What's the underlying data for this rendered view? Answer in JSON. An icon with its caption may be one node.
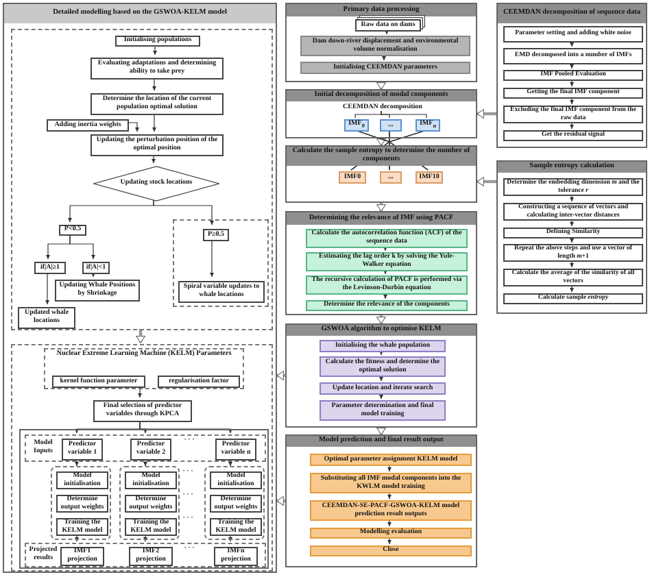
{
  "diagram": {
    "nodes": [
      {
        "text": [
          "Detailed modelling based on the GSWOA-KELM model"
        ]
      },
      {
        "text": [],
        "shape": "box",
        "in": 0
      },
      {
        "text": [
          "Initialising populations"
        ],
        "in": 1
      },
      {
        "text": [
          "Evaluating adaptations and determining ability to take prey"
        ],
        "in": 1
      },
      {
        "text": [
          "Determine the location of the current population optimal solution"
        ],
        "in": 1
      },
      {
        "text": [
          "Adding inertia weights"
        ],
        "in": 1
      },
      {
        "text": [
          "Updating the perturbation position of the optimal position"
        ],
        "in": 1
      },
      {
        "text": [
          "Updating stock locations"
        ],
        "in": 1
      },
      {
        "text": [
          "P<0.5"
        ],
        "in": 1
      },
      {
        "text": [
          "if|A|≥1"
        ],
        "in": 1
      },
      {
        "text": [
          "if|A|<1"
        ],
        "in": 1
      },
      {
        "text": [
          "Updating Whale Positions by Shrinkage"
        ],
        "in": 1
      },
      {
        "text": [
          "Updated whale locations"
        ],
        "in": 1
      },
      {
        "text": [],
        "shape": "box",
        "in": 1
      },
      {
        "text": [
          "P≥0.5"
        ],
        "in": 13
      },
      {
        "text": [
          "Spiral variable updates to whale locations"
        ],
        "in": 13
      },
      {
        "text": [],
        "shape": "box",
        "in": 0
      },
      {
        "text": [
          "Nuclear Extreme Learning Machine (KELM) Parameters"
        ],
        "in": 16
      },
      {
        "text": [
          "kernel function parameter"
        ],
        "in": 17
      },
      {
        "text": [
          "regularisation factor"
        ],
        "in": 17
      },
      {
        "text": [
          "Final selection of predictor variables through KPCA"
        ],
        "in": 16
      },
      {
        "text": [],
        "shape": "box",
        "in": 16
      },
      {
        "text": [
          "Model Inputs"
        ],
        "in": 21
      },
      {
        "text": [
          "Predictor variable 1"
        ],
        "in": 22
      },
      {
        "text": [
          "Predictor variable 2"
        ],
        "in": 22
      },
      {
        "text": [
          "Predictor variable n"
        ],
        "in": 22
      },
      {
        "text": [],
        "shape": "box",
        "in": 21
      },
      {
        "text": [
          "Model initialisation"
        ],
        "in": 26
      },
      {
        "text": [
          "Determine output weights"
        ],
        "in": 26
      },
      {
        "text": [
          "Training the KELM model"
        ],
        "in": 26
      },
      {
        "text": [],
        "shape": "box",
        "in": 21
      },
      {
        "text": [
          "Model initialisation"
        ],
        "in": 30
      },
      {
        "text": [
          "Determine output weights"
        ],
        "in": 30
      },
      {
        "text": [
          "Training the KELM model"
        ],
        "in": 30
      },
      {
        "text": [],
        "shape": "box",
        "in": 21
      },
      {
        "text": [
          "Model initialisation"
        ],
        "in": 34
      },
      {
        "text": [
          "Determine output weights"
        ],
        "in": 34
      },
      {
        "text": [
          "Training the KELM model"
        ],
        "in": 34
      },
      {
        "text": [
          "Projected results"
        ],
        "in": 21
      },
      {
        "text": [
          "IMF1 projection"
        ],
        "in": 38
      },
      {
        "text": [
          "IMF2 projection"
        ],
        "in": 38
      },
      {
        "text": [
          "IMFn projection"
        ],
        "in": 38
      },
      {
        "text": [
          "Primary data processing"
        ]
      },
      {
        "text": [
          "Raw data on dams"
        ],
        "in": 42
      },
      {
        "text": [
          "Dam down-river displacement and environmental volume normalisation"
        ],
        "in": 42
      },
      {
        "text": [
          "Initialising CEEMDAN parameters"
        ],
        "in": 42
      },
      {
        "text": [
          "Initial decomposition of modal components"
        ]
      },
      {
        "text": [
          "CEEMDAN decomposition"
        ],
        "in": 46
      },
      {
        "text": [
          "IMF$_{0}$"
        ],
        "in": 46
      },
      {
        "text": [
          "..."
        ],
        "in": 46
      },
      {
        "text": [
          "IMF$_{n}$"
        ],
        "in": 46
      },
      {
        "text": [
          "Calculate the sample entropy to determine the number of components"
        ]
      },
      {
        "text": [
          "IMF0"
        ],
        "in": 51
      },
      {
        "text": [
          "..."
        ],
        "in": 51
      },
      {
        "text": [
          "IMF10"
        ],
        "in": 51
      },
      {
        "text": [
          "Determining the relevance of IMF using PACF"
        ]
      },
      {
        "text": [
          "Calculate the autocorrelation function (ACF) of the sequence data"
        ],
        "in": 55
      },
      {
        "text": [
          "Estimating the lag order k by solving the Yule-Walker equation"
        ],
        "in": 55
      },
      {
        "text": [
          "The recursive calculation of PACF is performed via the Levinson-Durbin equation"
        ],
        "in": 55
      },
      {
        "text": [
          "Determine the relevance of the components"
        ],
        "in": 55
      },
      {
        "text": [
          "GSWOA algorithm to optimise KELM"
        ]
      },
      {
        "text": [
          "Initialising the whale population"
        ],
        "in": 60
      },
      {
        "text": [
          "Calculate the fitness and determine the optimal solution"
        ],
        "in": 60
      },
      {
        "text": [
          "Update location and iterate search"
        ],
        "in": 60
      },
      {
        "text": [
          "Parameter determination and final model training"
        ],
        "in": 60
      },
      {
        "text": [
          "Model prediction and final result output"
        ]
      },
      {
        "text": [
          "Optimal parameter assignment KELM model"
        ],
        "in": 65
      },
      {
        "text": [
          "Substituting all IMF modal components into the KWLM model training"
        ],
        "in": 65
      },
      {
        "text": [
          "CEEMDAN-SE-PACF-GSWOA-KELM model prediction result outputs"
        ],
        "in": 65
      },
      {
        "text": [
          "Modelling evaluation"
        ],
        "in": 65
      },
      {
        "text": [
          "Close"
        ],
        "in": 65
      },
      {
        "text": [
          "CEEMDAN decomposition of sequence data"
        ]
      },
      {
        "text": [
          "Parameter setting and adding white noise"
        ],
        "in": 71
      },
      {
        "text": [
          "EMD decomposed into a number of IMFs"
        ],
        "in": 71
      },
      {
        "text": [
          "IMF Pooled Evaluation"
        ],
        "in": 71
      },
      {
        "text": [
          "Getting the final IMF component"
        ],
        "in": 71
      },
      {
        "text": [
          "Excluding the final IMF component from the raw data"
        ],
        "in": 71
      },
      {
        "text": [
          "Get the residual signal"
        ],
        "in": 71
      },
      {
        "text": [
          "Sample entropy calculation"
        ]
      },
      {
        "text": [
          "Determine the embedding dimension *m* and the tolerance *r*"
        ],
        "in": 78
      },
      {
        "text": [
          "Constructing a sequence of vectors and calculating inter-vector distances"
        ],
        "in": 78
      },
      {
        "text": [
          "Defining Similarity"
        ],
        "in": 78
      },
      {
        "text": [
          "Repeat the above steps and use a vector of length *m*+1"
        ],
        "in": 78
      },
      {
        "text": [
          "Calculate the average of the similarity of all vectors"
        ],
        "in": 78
      },
      {
        "text": [
          "Calculate sample *entropy*"
        ],
        "in": 78
      }
    ],
    "edges": [
      {
        "from": 2,
        "to": 3,
        "arrow": "to"
      },
      {
        "from": 3,
        "to": 4,
        "arrow": "to"
      },
      {
        "from": 4,
        "to": 6,
        "arrow": "to"
      },
      {
        "from": 5,
        "to": 6,
        "arrow": "to"
      },
      {
        "from": 6,
        "to": 7,
        "arrow": "to"
      },
      {
        "from": 7,
        "to": 8,
        "arrow": "to"
      },
      {
        "from": 7,
        "to": 14,
        "arrow": "to"
      },
      {
        "from": 8,
        "to": 9,
        "arrow": "to"
      },
      {
        "from": 8,
        "to": 10,
        "arrow": "to"
      },
      {
        "from": 10,
        "to": 11,
        "arrow": "to"
      },
      {
        "from": 9,
        "to": 12,
        "arrow": "to"
      },
      {
        "from": 14,
        "to": 15,
        "arrow": "to"
      },
      {
        "from": 1,
        "to": 16,
        "arrow": "to",
        "style": "thick",
        "color": "#9a9a9a"
      },
      {
        "from": 17,
        "to": 20,
        "arrow": "to"
      },
      {
        "from": 20,
        "to": 23,
        "arrow": "to"
      },
      {
        "from": 20,
        "to": 24,
        "arrow": "to"
      },
      {
        "from": 20,
        "to": 25,
        "arrow": "to"
      },
      {
        "from": 23,
        "to": 27,
        "arrow": "to"
      },
      {
        "from": 27,
        "to": 28,
        "arrow": "to"
      },
      {
        "from": 28,
        "to": 29,
        "arrow": "to"
      },
      {
        "from": 29,
        "to": 39,
        "arrow": "to"
      },
      {
        "from": 24,
        "to": 31,
        "arrow": "to"
      },
      {
        "from": 31,
        "to": 32,
        "arrow": "to"
      },
      {
        "from": 32,
        "to": 33,
        "arrow": "to"
      },
      {
        "from": 33,
        "to": 40,
        "arrow": "to"
      },
      {
        "from": 25,
        "to": 35,
        "arrow": "to"
      },
      {
        "from": 35,
        "to": 36,
        "arrow": "to"
      },
      {
        "from": 36,
        "to": 37,
        "arrow": "to"
      },
      {
        "from": 37,
        "to": 41,
        "arrow": "to"
      },
      {
        "from": 43,
        "to": 44,
        "arrow": "to"
      },
      {
        "from": 44,
        "to": 45,
        "arrow": "to"
      },
      {
        "from": 42,
        "to": 46,
        "arrow": "to",
        "style": "thick",
        "color": "#9a9a9a"
      },
      {
        "from": 46,
        "to": 51,
        "arrow": "to",
        "style": "thick",
        "color": "#9a9a9a"
      },
      {
        "from": 51,
        "to": 55,
        "arrow": "to",
        "style": "thick",
        "color": "#9a9a9a"
      },
      {
        "from": 55,
        "to": 60,
        "arrow": "to",
        "style": "thick",
        "color": "#9a9a9a"
      },
      {
        "from": 60,
        "to": 65,
        "arrow": "to",
        "style": "thick",
        "color": "#9a9a9a"
      },
      {
        "from": 47,
        "to": 48,
        "arrow": "none"
      },
      {
        "from": 47,
        "to": 49,
        "arrow": "none"
      },
      {
        "from": 47,
        "to": 50,
        "arrow": "none"
      },
      {
        "from": 48,
        "to": 52,
        "arrow": "none"
      },
      {
        "from": 48,
        "to": 53,
        "arrow": "none"
      },
      {
        "from": 48,
        "to": 54,
        "arrow": "none"
      },
      {
        "from": 49,
        "to": 52,
        "arrow": "none"
      },
      {
        "from": 49,
        "to": 53,
        "arrow": "none"
      },
      {
        "from": 49,
        "to": 54,
        "arrow": "none"
      },
      {
        "from": 50,
        "to": 52,
        "arrow": "none"
      },
      {
        "from": 50,
        "to": 53,
        "arrow": "none"
      },
      {
        "from": 50,
        "to": 54,
        "arrow": "none"
      },
      {
        "from": 56,
        "to": 57,
        "arrow": "to"
      },
      {
        "from": 57,
        "to": 58,
        "arrow": "to"
      },
      {
        "from": 58,
        "to": 59,
        "arrow": "to"
      },
      {
        "from": 61,
        "to": 62,
        "arrow": "to"
      },
      {
        "from": 62,
        "to": 63,
        "arrow": "to"
      },
      {
        "from": 63,
        "to": 64,
        "arrow": "to"
      },
      {
        "from": 66,
        "to": 67,
        "arrow": "to"
      },
      {
        "from": 67,
        "to": 68,
        "arrow": "to"
      },
      {
        "from": 68,
        "to": 69,
        "arrow": "to"
      },
      {
        "from": 69,
        "to": 70,
        "arrow": "to"
      },
      {
        "from": 72,
        "to": 73,
        "arrow": "to"
      },
      {
        "from": 73,
        "to": 74,
        "arrow": "to"
      },
      {
        "from": 74,
        "to": 75,
        "arrow": "to"
      },
      {
        "from": 75,
        "to": 76,
        "arrow": "to"
      },
      {
        "from": 76,
        "to": 77,
        "arrow": "to"
      },
      {
        "from": 79,
        "to": 80,
        "arrow": "to"
      },
      {
        "from": 80,
        "to": 81,
        "arrow": "to"
      },
      {
        "from": 81,
        "to": 82,
        "arrow": "to"
      },
      {
        "from": 82,
        "to": 83,
        "arrow": "to"
      },
      {
        "from": 83,
        "to": 84,
        "arrow": "to"
      },
      {
        "from": 71,
        "to": 46,
        "arrow": "to",
        "style": "thick",
        "color": "#9a9a9a"
      },
      {
        "from": 78,
        "to": 51,
        "arrow": "to",
        "style": "thick",
        "color": "#9a9a9a"
      },
      {
        "from": 60,
        "to": 0,
        "arrow": "to",
        "style": "thick",
        "color": "#9a9a9a"
      },
      {
        "from": 65,
        "to": 0,
        "arrow": "to",
        "style": "thick",
        "color": "#9a9a9a"
      }
    ],
    "labels": [
      "· · ·",
      "· · ·",
      "· · ·",
      "· · ·",
      "· · ·"
    ]
  }
}
